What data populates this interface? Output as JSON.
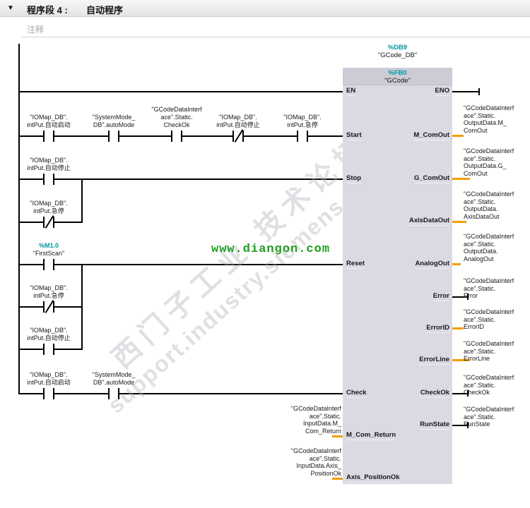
{
  "header": {
    "collapse_icon": "▼",
    "title_prefix": "程序段 4 :",
    "title": "自动程序",
    "comment_placeholder": "注释"
  },
  "block": {
    "db_address": "%DB9",
    "db_name": "\"GCode_DB\"",
    "fb_address": "%FB0",
    "fb_name": "\"GCode\"",
    "left_params": [
      "EN",
      "Start",
      "Stop",
      "Reset",
      "Check",
      "M_Com_Return",
      "Axis_PositionOk"
    ],
    "right_params": [
      "ENO",
      "M_ComOut",
      "G_ComOut",
      "AxisDataOut",
      "AnalogOut",
      "Error",
      "ErrorID",
      "ErrorLine",
      "CheckOk",
      "RunState"
    ]
  },
  "contacts": [
    {
      "label": "\"IOMap_DB\".\nintPut.自动启动",
      "type": "NO"
    },
    {
      "label": "\"SystemMode_\nDB\".autoMode",
      "type": "NO"
    },
    {
      "label": "\"GCodeDataInterf\nace\".Static.\nCheckOk",
      "type": "NO"
    },
    {
      "label": "\"IOMap_DB\".\nintPut.自动停止",
      "type": "NC"
    },
    {
      "label": "\"IOMap_DB\".\nintPut.急停",
      "type": "NO"
    },
    {
      "label": "\"IOMap_DB\".\nintPut.自动停止",
      "type": "NO"
    },
    {
      "label": "\"IOMap_DB\".\nintPut.急停",
      "type": "NC"
    },
    {
      "address": "%M1.0",
      "label": "\"FirstScan\"",
      "type": "NO"
    },
    {
      "label": "\"IOMap_DB\".\nintPut.急停",
      "type": "NC"
    },
    {
      "label": "\"IOMap_DB\".\nintPut.自动停止",
      "type": "NO"
    },
    {
      "label": "\"IOMap_DB\".\nintPut.自动启动",
      "type": "NO"
    },
    {
      "label": "\"SystemMode_\nDB\".autoMode",
      "type": "NO"
    }
  ],
  "output_operands": [
    {
      "param": "M_ComOut",
      "operand": "\"GCodeDataInterf\nace\".Static.\nOutputData.M_\nComOut"
    },
    {
      "param": "G_ComOut",
      "operand": "\"GCodeDataInterf\nace\".Static.\nOutputData.G_\nComOut"
    },
    {
      "param": "AxisDataOut",
      "operand": "\"GCodeDataInterf\nace\".Static.\nOutputData.\nAxisDataOut"
    },
    {
      "param": "AnalogOut",
      "operand": "\"GCodeDataInterf\nace\".Static.\nOutputData.\nAnalogOut"
    },
    {
      "param": "Error",
      "operand": "\"GCodeDataInterf\nace\".Static.\nError"
    },
    {
      "param": "ErrorID",
      "operand": "\"GCodeDataInterf\nace\".Static.\nErrorID"
    },
    {
      "param": "ErrorLine",
      "operand": "\"GCodeDataInterf\nace\".Static.\nErrorLine"
    },
    {
      "param": "CheckOk",
      "operand": "\"GCodeDataInterf\nace\".Static.\nCheckOk"
    },
    {
      "param": "RunState",
      "operand": "\"GCodeDataInterf\nace\".Static.\nRunState"
    }
  ],
  "input_operands": [
    {
      "param": "M_Com_Return",
      "operand": "\"GCodeDataInterf\nace\".Static.\nInputData.M_\nCom_Return"
    },
    {
      "param": "Axis_PositionOk",
      "operand": "\"GCodeDataInterf\nace\".Static.\nInputData.Axis_\nPositionOk"
    }
  ],
  "watermarks": {
    "green": "www.diangon.com",
    "diag_line1": "西门子工业 技术论坛",
    "diag_line2": "support.industry.siemens.com/cs"
  },
  "colors": {
    "address_teal": "#0099a0",
    "stub_orange": "#f29e00",
    "wire_black": "#000000",
    "block_body": "#dbdae2",
    "block_header": "#cdccd6",
    "watermark_green": "#1f9e1f"
  }
}
